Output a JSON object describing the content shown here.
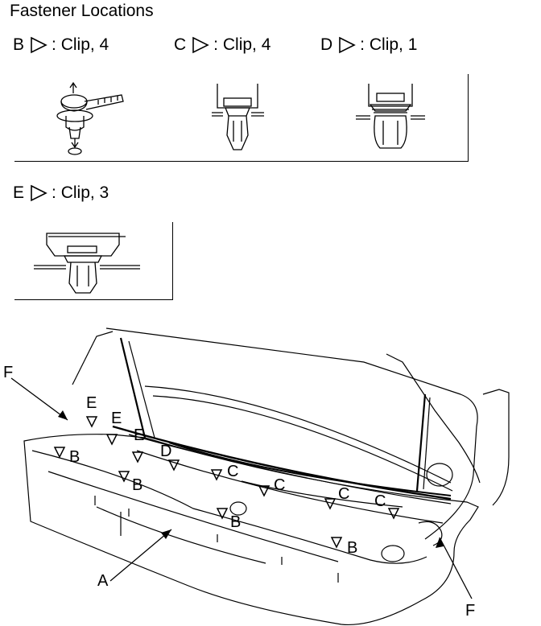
{
  "page": {
    "title": "Fastener Locations"
  },
  "legend": [
    {
      "letter": "B",
      "separator": ":",
      "text": "Clip, 4"
    },
    {
      "letter": "C",
      "separator": ":",
      "text": "Clip, 4"
    },
    {
      "letter": "D",
      "separator": ":",
      "text": "Clip, 1"
    },
    {
      "letter": "E",
      "separator": ":",
      "text": "Clip, 3"
    }
  ],
  "callouts": {
    "part_a": "A",
    "fastener_f": "F",
    "clip_b": "B",
    "clip_c": "C",
    "clip_d": "D",
    "clip_e": "E"
  },
  "colors": {
    "line": "#000000",
    "background": "#ffffff"
  },
  "icons": {
    "fastener_marker": "triangle-outline-icon"
  }
}
